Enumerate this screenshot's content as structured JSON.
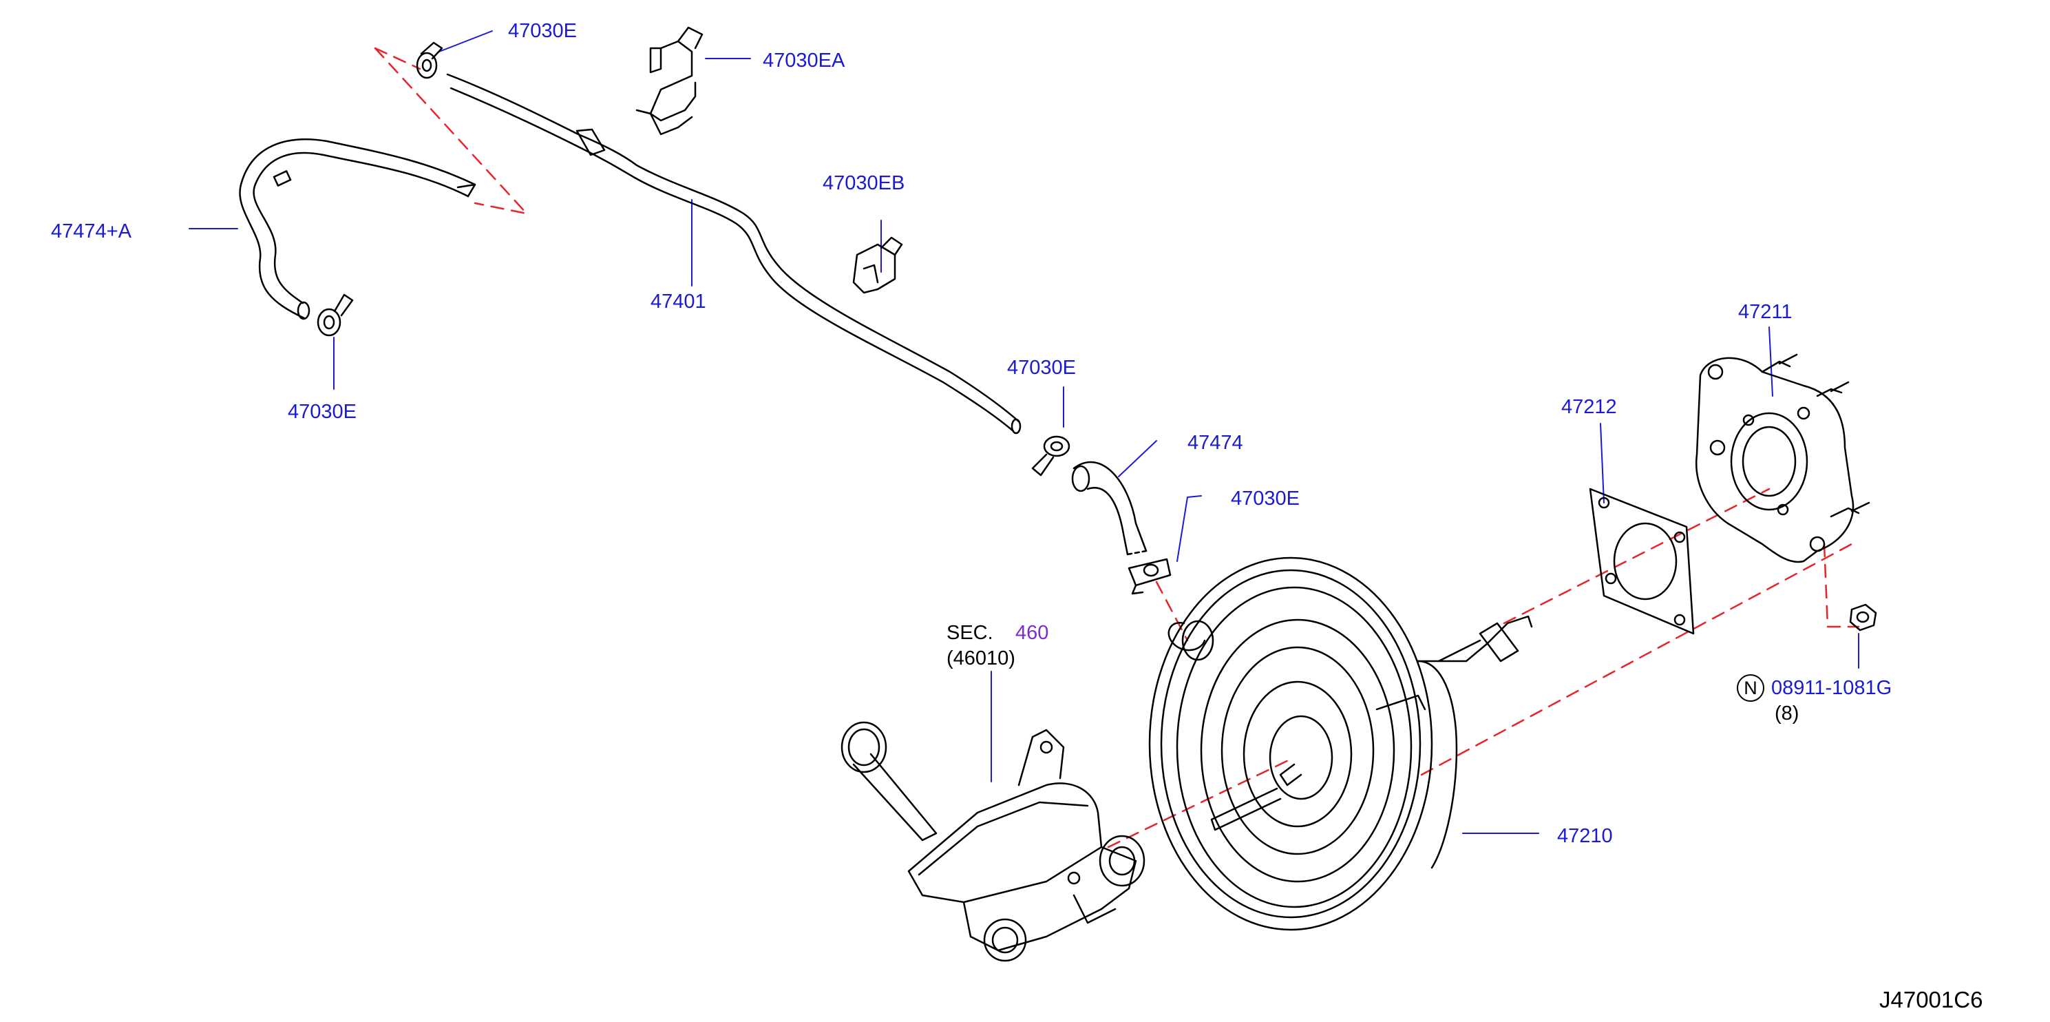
{
  "diagram_id": "J47001C6",
  "colors": {
    "part_number": "#1a1ad6",
    "section_ref": "#7a2ad6",
    "line_art": "#000000",
    "phantom_line": "#e8242a"
  },
  "labels": {
    "clamp_top": "47030E",
    "clamp_bracket_a": "47030EA",
    "hose_left": "47474+A",
    "hose_main": "47401",
    "clamp_bracket_b": "47030EB",
    "clamp_left_bottom": "47030E",
    "clamp_mid": "47030E",
    "hose_lower": "47474",
    "clamp_lower": "47030E",
    "gasket": "47212",
    "bracket": "47211",
    "booster": "47210",
    "nut_symbol": "N",
    "nut_part": "08911-1081G",
    "nut_qty": "(8)",
    "sec_prefix": "SEC.",
    "sec_number": "460",
    "sec_part": "(46010)"
  }
}
